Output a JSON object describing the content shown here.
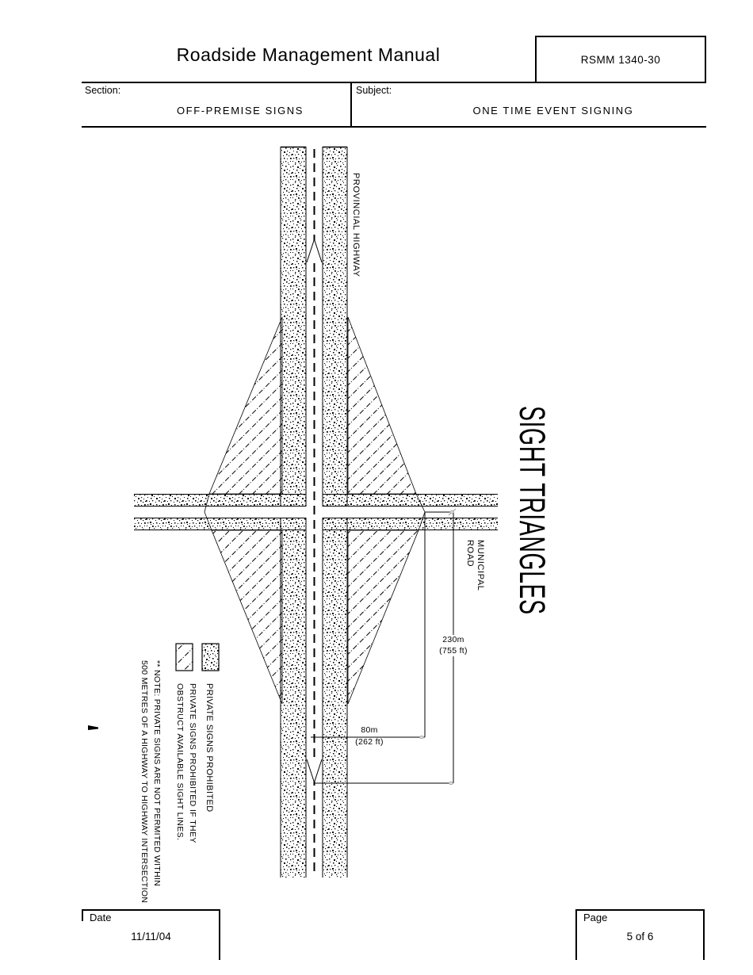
{
  "header": {
    "title": "Roadside Management Manual",
    "doc_number": "RSMM 1340-30",
    "section_label": "Section:",
    "section_value": "OFF-PREMISE SIGNS",
    "subject_label": "Subject:",
    "subject_value": "ONE TIME EVENT SIGNING"
  },
  "diagram": {
    "highway_label": "PROVINCIAL HIGHWAY",
    "road_label": "MUNICIPAL\nROAD",
    "vertical_title": "SIGHT TRIANGLES",
    "dim_230": "230m\n(755 ft)",
    "dim_80": "80m\n(262 ft)",
    "legend": {
      "hatch_caption": "PRIVATE SIGNS PROHIBITED IF THEY\nOBSTRUCT AVAILABLE SIGHT LINES.",
      "stipple_caption": "PRIVATE SIGNS PROHIBITED"
    },
    "note": "** NOTE: PRIVATE SIGNS ARE NOT PERMITED WITHIN\n500 METRES OF A HIGHWAY TO HIGHWAY INTERSECTION"
  },
  "footer": {
    "date_label": "Date",
    "date_value": "11/11/04",
    "page_label": "Page",
    "page_value": "5 of 6"
  },
  "colors": {
    "ink": "#000000",
    "paper": "#ffffff"
  }
}
